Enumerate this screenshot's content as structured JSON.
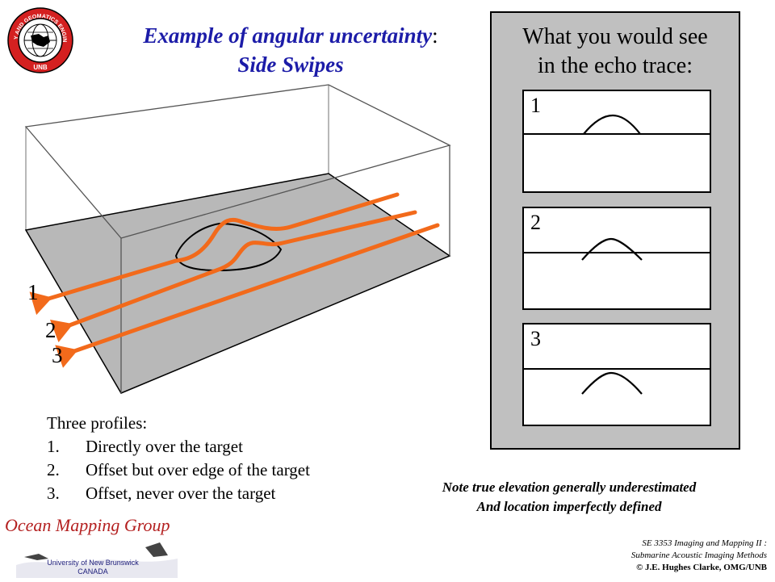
{
  "title": {
    "line1": "Example of angular uncertainty",
    "colon": ":",
    "line2": "Side Swipes"
  },
  "logo": {
    "ring_text": "GEODESY AND GEOMATICS ENGINEERING",
    "bottom_text": "UNB"
  },
  "diagram": {
    "labels": [
      "1",
      "2",
      "3"
    ],
    "track_color": "#f26a1b",
    "seafloor_color": "#b8b8b8"
  },
  "echo_panel": {
    "heading_line1": "What you would see",
    "heading_line2": "in the echo trace:",
    "traces": [
      {
        "label": "1"
      },
      {
        "label": "2"
      },
      {
        "label": "3"
      }
    ]
  },
  "profiles": {
    "intro": "Three profiles:",
    "items": [
      {
        "num": "1.",
        "text": "Directly over the target"
      },
      {
        "num": "2.",
        "text": "Offset but over edge of the target"
      },
      {
        "num": "3.",
        "text": "Offset, never over the target"
      }
    ]
  },
  "note": {
    "line1": "Note true elevation generally underestimated",
    "line2": "And location imperfectly defined"
  },
  "course": {
    "line1": "SE 3353 Imaging and Mapping II :",
    "line2": "Submarine Acoustic Imaging Methods",
    "line3": "© J.E. Hughes Clarke, OMG/UNB"
  },
  "footer_logo": {
    "name": "Ocean Mapping Group",
    "sub1": "University of New Brunswick",
    "sub2": "CANADA"
  }
}
